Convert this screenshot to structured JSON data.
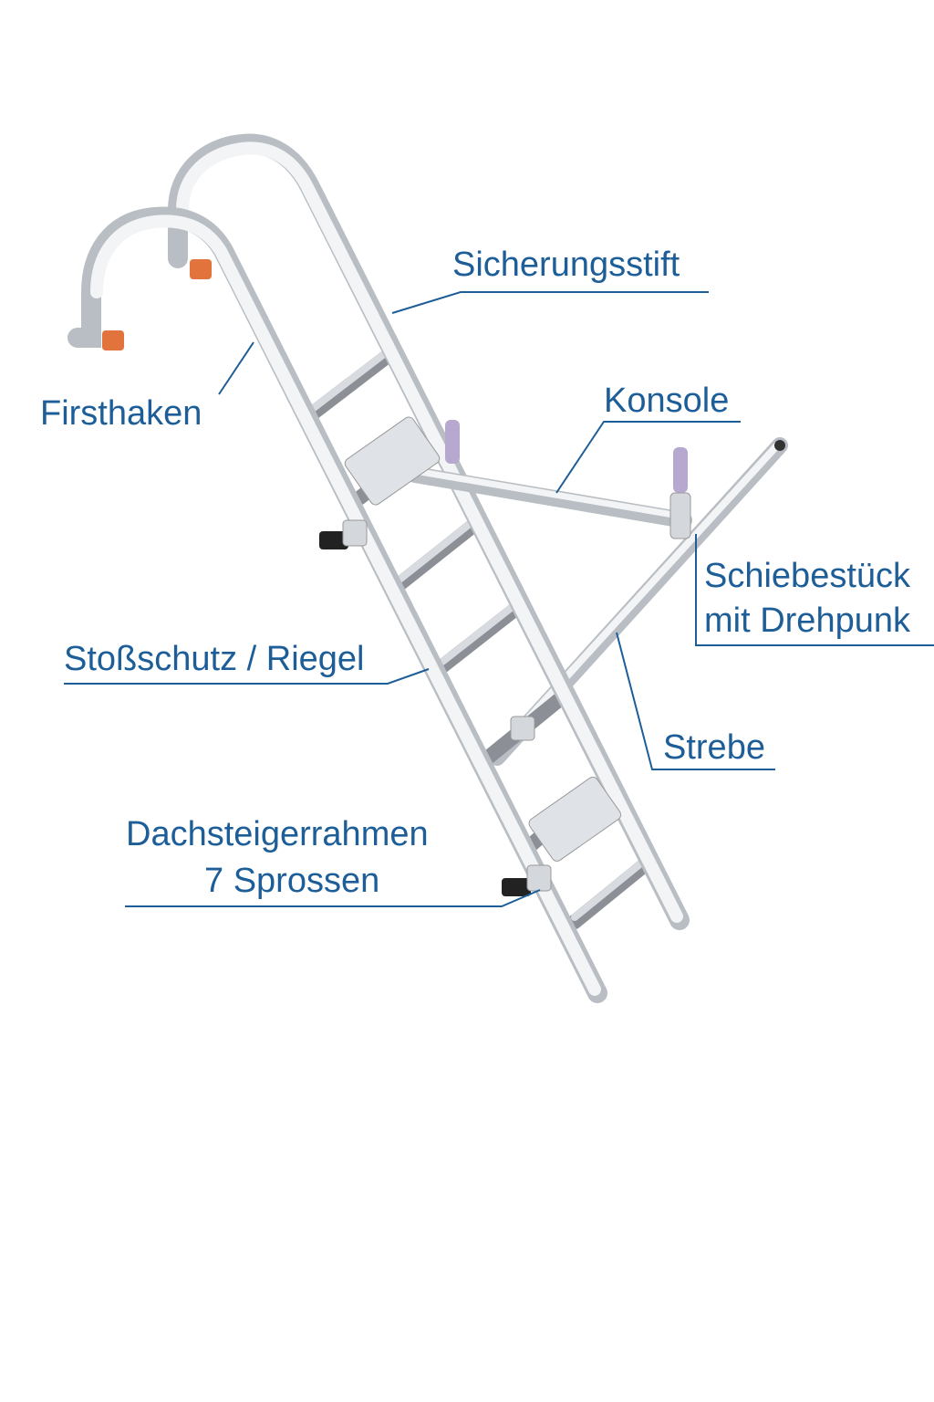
{
  "labels": {
    "sicherungsstift": "Sicherungsstift",
    "firsthaken": "Firsthaken",
    "konsole": "Konsole",
    "schiebestueck_line1": "Schiebestück",
    "schiebestueck_line2": "mit Drehpunk",
    "stossschutz": "Stoßschutz / Riegel",
    "strebe": "Strebe",
    "dachsteiger_line1": "Dachsteigerrahmen",
    "dachsteiger_line2": "7 Sprossen"
  },
  "colors": {
    "label": "#1d5e98",
    "hook_cap": "#e2733c",
    "post_cap": "#b7a8cf"
  }
}
